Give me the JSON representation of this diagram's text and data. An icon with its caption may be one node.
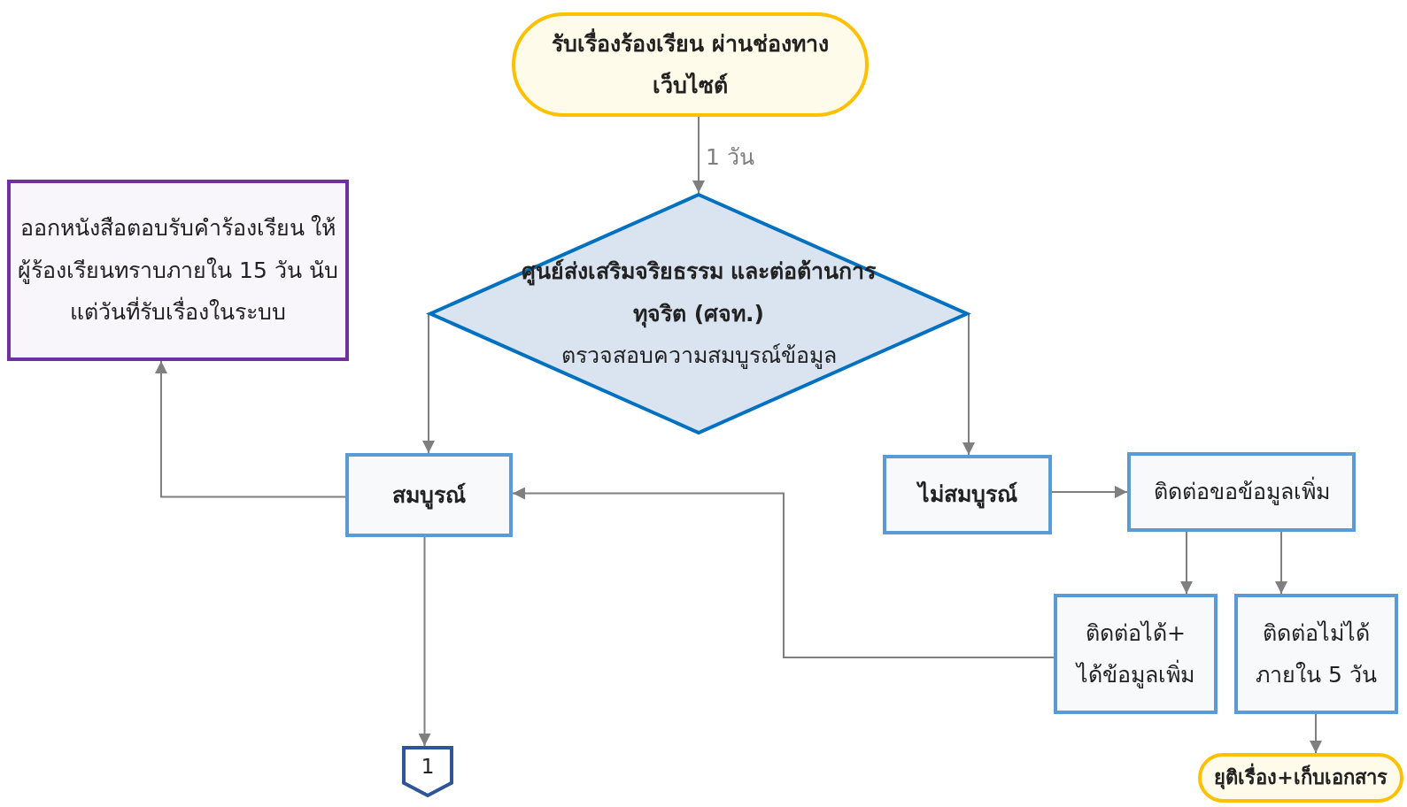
{
  "diagram": {
    "nodes": [
      {
        "text": [
          "รับเรื่องร้องเรียน ผ่านช่องทางเว็บไซต์"
        ]
      },
      {
        "text": [
          "ศูนย์ส่งเสริมจริยธรรม และต่อต้านการทุจริต (ศจท.)",
          "ตรวจสอบความสมบูรณ์ข้อมูล"
        ]
      },
      {
        "text": [
          "ออกหนังสือตอบรับคำร้องเรียน ให้ผู้ร้องเรียนทราบภายใน 15 วัน นับแต่วันที่รับเรื่องในระบบ"
        ]
      },
      {
        "text": [
          "สมบูรณ์"
        ]
      },
      {
        "text": [
          "ไม่สมบูรณ์"
        ]
      },
      {
        "text": [
          "ติดต่อขอข้อมูลเพิ่ม"
        ]
      },
      {
        "text": [
          "ติดต่อได้+ ได้ข้อมูลเพิ่ม"
        ]
      },
      {
        "text": [
          "ติดต่อไม่ได้ ภายใน 5 วัน"
        ]
      },
      {
        "text": [
          "1"
        ]
      },
      {
        "text": [
          "ยุติเรื่อง+เก็บเอกสาร"
        ]
      }
    ],
    "edges": [
      {
        "from": 0,
        "to": 1,
        "arrow": "to",
        "label": "1 วัน"
      },
      {
        "from": 1,
        "to": 3,
        "arrow": "to"
      },
      {
        "from": 1,
        "to": 4,
        "arrow": "to"
      },
      {
        "from": 3,
        "to": 2,
        "arrow": "to"
      },
      {
        "from": 3,
        "to": 8,
        "arrow": "to"
      },
      {
        "from": 4,
        "to": 5,
        "arrow": "to"
      },
      {
        "from": 5,
        "to": 6,
        "arrow": "to"
      },
      {
        "from": 5,
        "to": 7,
        "arrow": "to"
      },
      {
        "from": 6,
        "to": 3,
        "arrow": "to"
      },
      {
        "from": 7,
        "to": 9,
        "arrow": "to"
      }
    ]
  }
}
